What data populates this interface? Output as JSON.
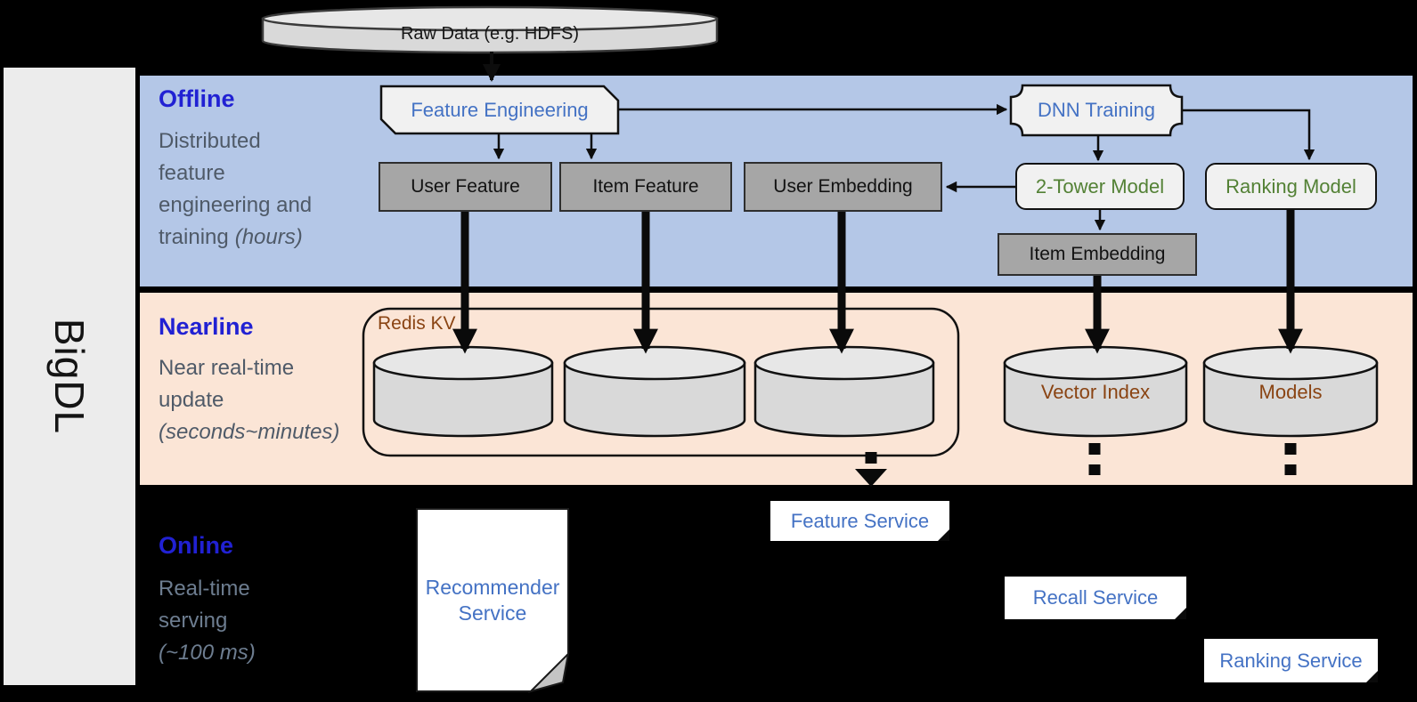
{
  "brand": {
    "label": "BigDL"
  },
  "raw_data": {
    "label": "Raw Data (e.g. HDFS)"
  },
  "bands": {
    "offline": {
      "title": "Offline",
      "line1": "Distributed",
      "line2": "feature",
      "line3": "engineering and",
      "line4": "training",
      "line4_italic": "(hours)"
    },
    "nearline": {
      "title": "Nearline",
      "line1": "Near real-time",
      "line2": "update",
      "line3_italic": "(seconds~minutes)"
    },
    "online": {
      "title": "Online",
      "line1": "Real-time",
      "line2": "serving",
      "line3_italic": "(~100 ms)"
    }
  },
  "offline_nodes": {
    "feature_engineering": "Feature Engineering",
    "dnn_training": "DNN Training",
    "user_feature": "User Feature",
    "item_feature": "Item Feature",
    "user_embedding": "User Embedding",
    "two_tower_model": "2-Tower Model",
    "ranking_model": "Ranking Model",
    "item_embedding": "Item Embedding"
  },
  "nearline_nodes": {
    "redis_kv": "Redis KV",
    "vector_index": "Vector Index",
    "models": "Models"
  },
  "online_nodes": {
    "recommender_service_line1": "Recommender",
    "recommender_service_line2": "Service",
    "feature_service": "Feature Service",
    "recall_service": "Recall Service",
    "ranking_service": "Ranking Service"
  },
  "colors": {
    "offline_band": "#b4c7e7",
    "nearline_band": "#fbe5d6",
    "online_band": "#000000",
    "band_title_blue": "#2121d3",
    "desc_gray": "#4f5a68",
    "node_text_blue": "#4472c4",
    "node_text_green": "#538135",
    "node_text_brown": "#8a4413",
    "gray_box_fill": "#a6a6a6",
    "light_box_fill": "#f1f1f1",
    "cylinder_fill": "#d9d9d9"
  }
}
